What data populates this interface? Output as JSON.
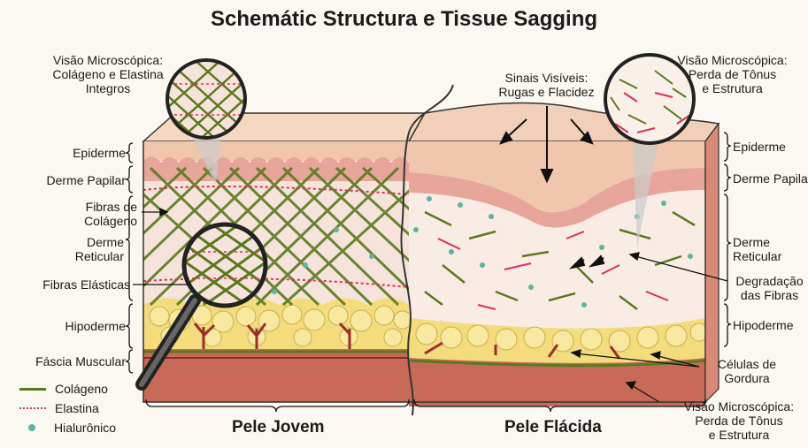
{
  "title": "Schemátic Structura e Tissue Sagging",
  "callouts": {
    "left_top": "Visão Microscópica:\nColágeno e Elastina\nIntegros",
    "right_top": "Visão Microscópica:\nPerda de Tônus\ne Estrutura",
    "center_top": "Sinais Visíveis:\nRugas e Flacidez",
    "right_bottom": "Visão Microscópica:\nPerda de Tônus\ne Estrutura"
  },
  "left_labels": {
    "epiderme": "Epiderme",
    "derme_papilar": "Derme Papilar",
    "fibras_colageno": "Fibras de\nColágeno",
    "derme_reticular": "Derme\nReticular",
    "fibras_elasticas": "Fibras Elásticas",
    "hipoderme": "Hipoderme",
    "fascia": "Fáscia Muscular"
  },
  "right_labels": {
    "epiderme": "Epiderme",
    "derme_papilar": "Derme Papilar",
    "derme_reticular": "Derme\nReticular",
    "degradacao": "Degradação\ndas Fibras",
    "hipoderme": "Hipoderme",
    "celulas": "Células de\nGordura"
  },
  "legend": [
    {
      "label": "Colágeno",
      "color": "#5a7a1e",
      "style": "solid"
    },
    {
      "label": "Elastina",
      "color": "#d6315a",
      "style": "dotted"
    },
    {
      "label": "Hialurônico",
      "color": "#5fb3a3",
      "style": "dot"
    }
  ],
  "bottom_labels": {
    "young": "Pele Jovem",
    "sagging": "Pele Flácida"
  },
  "colors": {
    "epidermis": "#f0c7ad",
    "papillary": "#e8a59a",
    "reticular": "#f6e4dc",
    "fat": "#f4dc7c",
    "muscle": "#c86a58",
    "collagen": "#5a7a1e",
    "elastin": "#d6315a",
    "hyaluronic": "#5fb3a3"
  }
}
